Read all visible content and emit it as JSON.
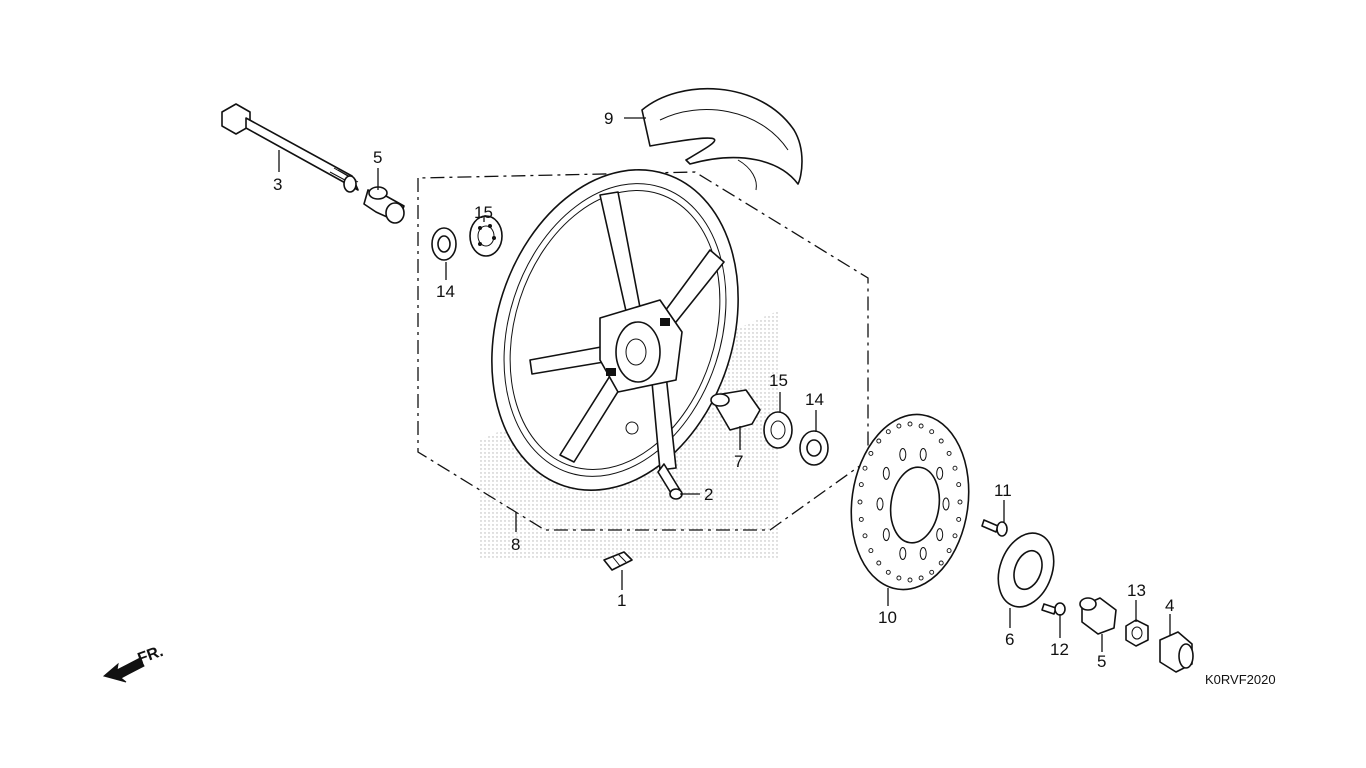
{
  "diagram": {
    "callouts": {
      "c1": "1",
      "c2": "2",
      "c3": "3",
      "c4": "4",
      "c5a": "5",
      "c5b": "5",
      "c6": "6",
      "c7": "7",
      "c8": "8",
      "c9": "9",
      "c10": "10",
      "c11": "11",
      "c12": "12",
      "c13": "13",
      "c14a": "14",
      "c14b": "14",
      "c15a": "15",
      "c15b": "15"
    },
    "direction_label": "FR.",
    "diagram_code": "K0RVF2020"
  }
}
